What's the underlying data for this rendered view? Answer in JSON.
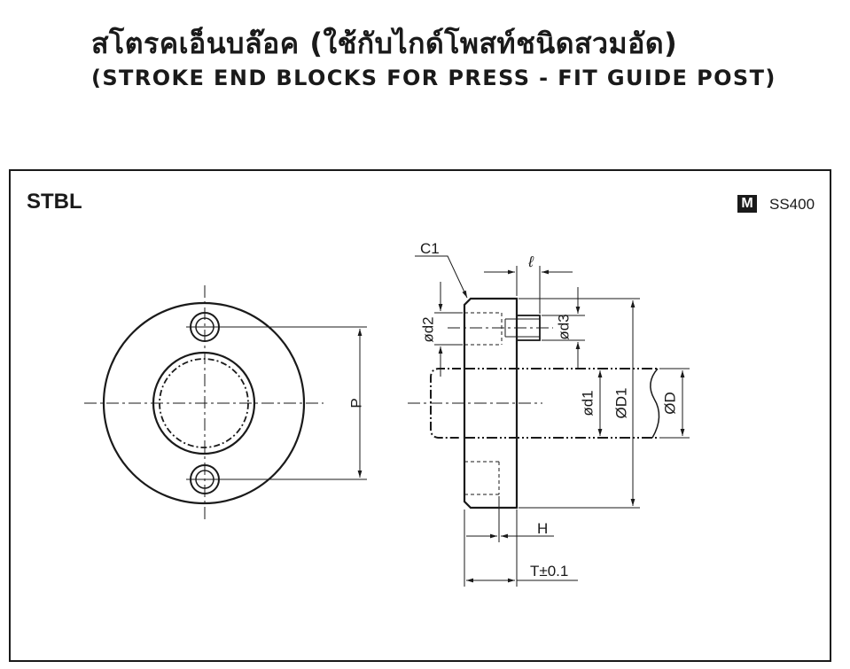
{
  "header": {
    "title_thai": "สโตรคเอ็นบล๊อค (ใช้กับไกด์โพสท์ชนิดสวมอัด)",
    "title_english": "(STROKE END BLOCKS FOR PRESS - FIT GUIDE POST)"
  },
  "part": {
    "code": "STBL",
    "material_badge": "M",
    "material": "SS400"
  },
  "labels": {
    "chamfer": "C1",
    "thread_length": "ℓ",
    "hole_pitch": "P",
    "counterbore_dia": "ød2",
    "screw_dia": "ød3",
    "bore_dia": "ød1",
    "outer_dia": "ØD1",
    "post_dia": "ØD",
    "counterbore_depth": "H",
    "thickness": "T±0.1"
  },
  "colors": {
    "line": "#1a1a1a"
  }
}
